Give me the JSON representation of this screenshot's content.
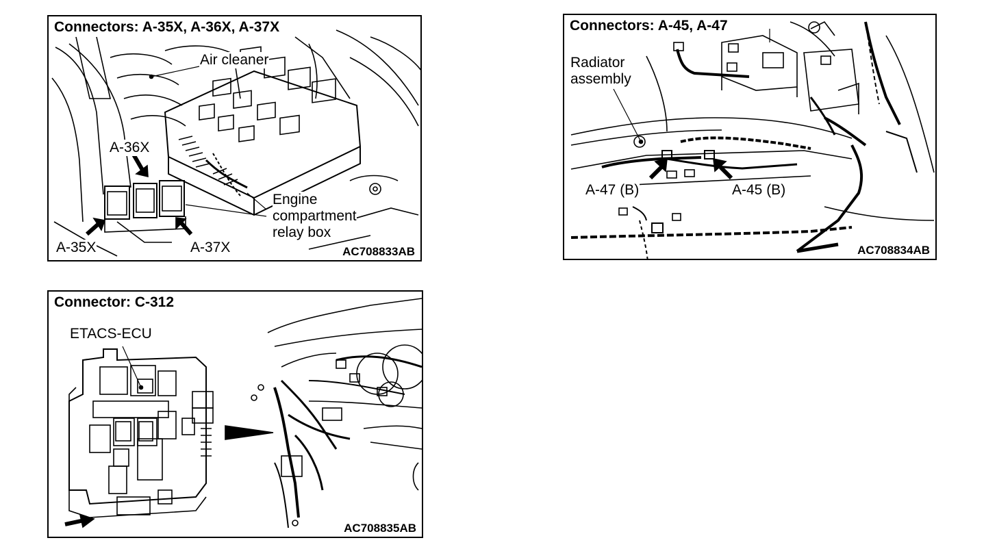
{
  "panels": {
    "a": {
      "title": "Connectors: A-35X, A-36X, A-37X",
      "code": "AC708833AB",
      "labels": {
        "air_cleaner": "Air cleaner",
        "a36x": "A-36X",
        "a35x": "A-35X",
        "a37x": "A-37X",
        "relay_box_1": "Engine",
        "relay_box_2": "compartment",
        "relay_box_3": "relay box"
      }
    },
    "b": {
      "title": "Connectors: A-45, A-47",
      "code": "AC708834AB",
      "labels": {
        "radiator_1": "Radiator",
        "radiator_2": "assembly",
        "a47b": "A-47 (B)",
        "a45b": "A-45 (B)"
      }
    },
    "c": {
      "title": "Connector: C-312",
      "code": "AC708835AB",
      "labels": {
        "etacs": "ETACS-ECU"
      }
    }
  },
  "colors": {
    "line": "#000000",
    "background": "#ffffff"
  }
}
